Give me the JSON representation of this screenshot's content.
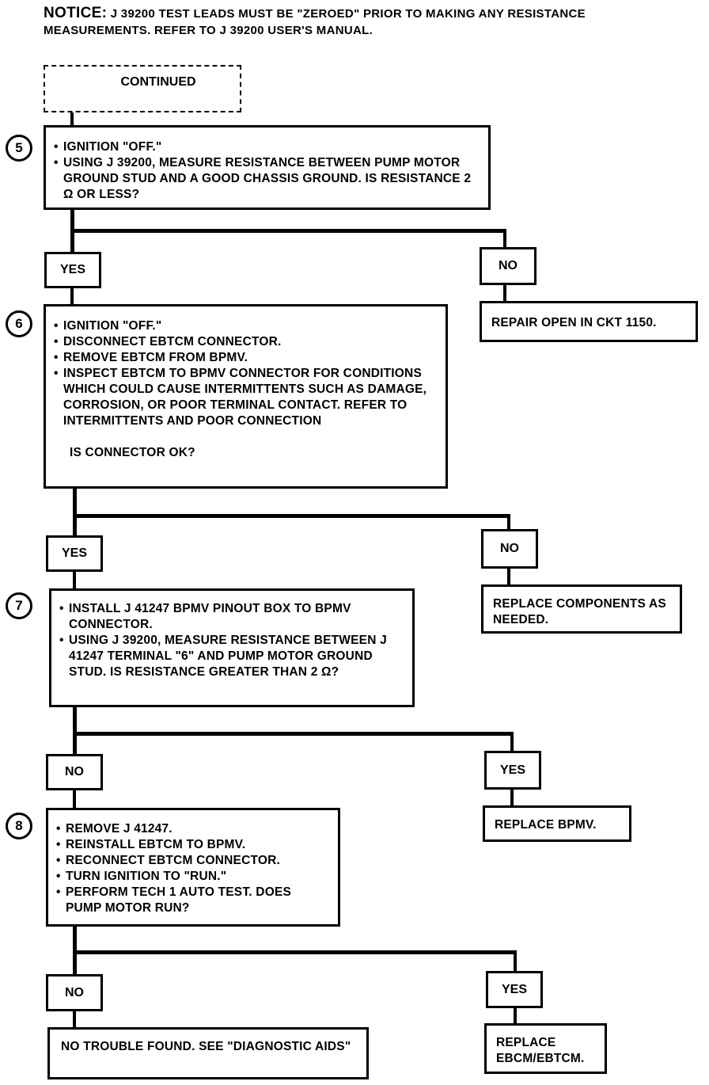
{
  "notice": {
    "lead": "NOTICE:",
    "text": "J 39200 TEST LEADS MUST BE \"ZEROED\" PRIOR TO MAKING ANY RESISTANCE MEASUREMENTS. REFER TO J 39200 USER'S MANUAL."
  },
  "continued": "CONTINUED",
  "steps": [
    {
      "number": "5",
      "lines": [
        "IGNITION \"OFF.\"",
        "USING J 39200, MEASURE RESISTANCE BETWEEN PUMP MOTOR GROUND STUD AND A GOOD CHASSIS GROUND. IS RESISTANCE 2 Ω OR LESS?"
      ],
      "yes_label": "YES",
      "no_label": "NO",
      "no_result": "REPAIR OPEN IN CKT 1150."
    },
    {
      "number": "6",
      "lines": [
        "IGNITION \"OFF.\"",
        "DISCONNECT EBTCM CONNECTOR.",
        "REMOVE EBTCM FROM BPMV.",
        "INSPECT EBTCM TO BPMV CONNECTOR FOR CONDITIONS WHICH COULD CAUSE INTERMITTENTS SUCH AS DAMAGE, CORROSION, OR POOR TERMINAL CONTACT. REFER TO INTERMITTENTS AND POOR CONNECTION"
      ],
      "question": "IS CONNECTOR OK?",
      "yes_label": "YES",
      "no_label": "NO",
      "no_result": "REPLACE COMPONENTS AS NEEDED."
    },
    {
      "number": "7",
      "lines": [
        "INSTALL J 41247 BPMV PINOUT BOX TO BPMV CONNECTOR.",
        "USING J 39200, MEASURE RESISTANCE BETWEEN J 41247 TERMINAL \"6\" AND PUMP MOTOR GROUND STUD. IS RESISTANCE GREATER THAN 2 Ω?"
      ],
      "no_label": "NO",
      "yes_label": "YES",
      "yes_result": "REPLACE BPMV."
    },
    {
      "number": "8",
      "lines": [
        "REMOVE J 41247.",
        "REINSTALL EBTCM TO BPMV.",
        "RECONNECT EBTCM CONNECTOR.",
        "TURN IGNITION TO \"RUN.\"",
        "PERFORM TECH 1 AUTO TEST. DOES PUMP MOTOR RUN?"
      ],
      "no_label": "NO",
      "yes_label": "YES",
      "no_result": "NO TROUBLE FOUND. SEE \"DIAGNOSTIC AIDS\"",
      "yes_result": "REPLACE EBCM/EBTCM."
    }
  ]
}
